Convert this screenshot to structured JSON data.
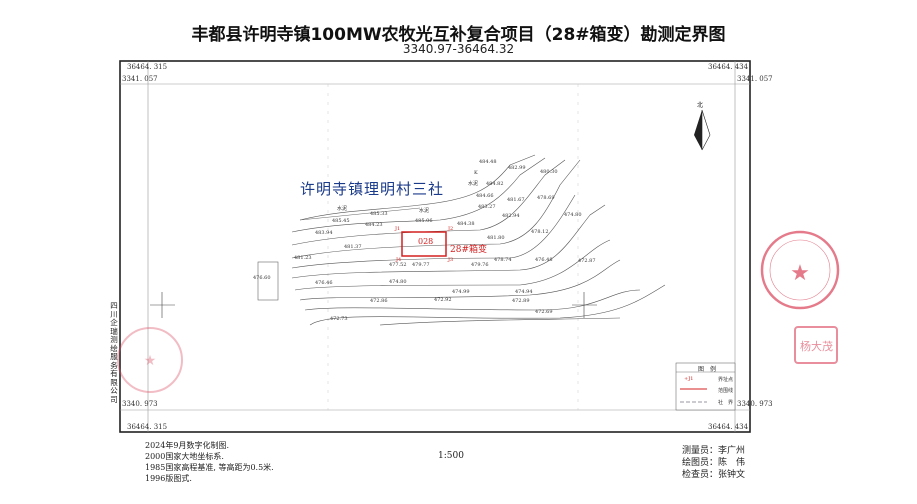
{
  "title": "丰都县许明寺镇100MW农牧光互补复合项目（28#箱变）勘测定界图",
  "subtitle": "3340.97-36464.32",
  "corners": {
    "top_left_x": "36464. 315",
    "top_left_y": "3341. 057",
    "top_right_x": "36464. 434",
    "top_right_y": "3341. 057",
    "bottom_left_x": "36464. 315",
    "bottom_left_y": "3340. 973",
    "bottom_right_x": "36464. 434",
    "bottom_right_y": "3340. 973"
  },
  "map": {
    "place_label": "许明寺镇理明村三社",
    "north_label": "北",
    "parcel_id": "028",
    "parcel_name": "28#箱变",
    "points": [
      "J1",
      "J2",
      "J3",
      "J4"
    ],
    "land_labels": [
      "水泥",
      "水泥",
      "水泥",
      "K"
    ],
    "elevations": [
      "484.48",
      "482.99",
      "480.30",
      "484.82",
      "484.66",
      "481.67",
      "478.69",
      "483.27",
      "482.94",
      "474.80",
      "485.33",
      "485.45",
      "484.23",
      "485.06",
      "484.38",
      "483.94",
      "481.80",
      "478.12",
      "481.37",
      "481.23",
      "478.74",
      "476.48",
      "472.87",
      "477.52",
      "476.60",
      "476.46",
      "474.80",
      "474.99",
      "474.94",
      "472.89",
      "472.86",
      "472.92",
      "472.69",
      "472.73",
      "479.77",
      "479.76"
    ]
  },
  "company": "四川企瑞测绘服务有限公司",
  "legend": {
    "title": "图　例",
    "items": [
      {
        "symbol": "+J1",
        "label": "界址点"
      },
      {
        "symbol": "",
        "label": "范围线"
      },
      {
        "symbol": "",
        "label": "社　界"
      }
    ]
  },
  "notes": [
    "2024年9月数字化制图.",
    "2000国家大地坐标系.",
    "1985国家高程基准, 等高距为0.5米.",
    "1996版图式."
  ],
  "scale": "1:500",
  "staff": [
    "测量员：李广州",
    "绘图员：陈　伟",
    "检查员：张钟文"
  ],
  "stamp_text": "杨大茂",
  "colors": {
    "boundary": "#d42020",
    "stamp": "#d9435a",
    "place": "#1a3a8a"
  }
}
